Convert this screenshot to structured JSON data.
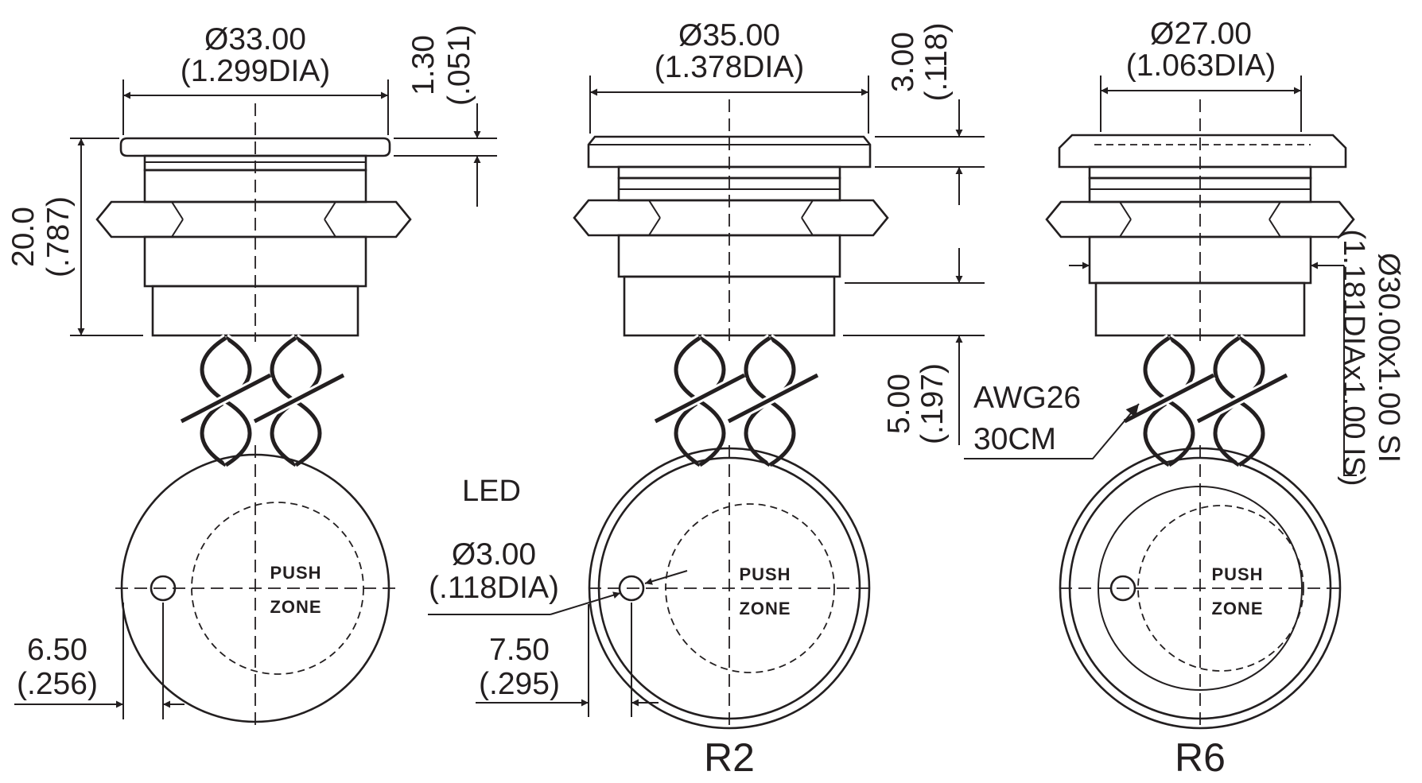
{
  "colors": {
    "ink": "#231f20",
    "paper": "#ffffff"
  },
  "views": [
    {
      "id": "standard",
      "dia": "Ø33.00",
      "dia_in": "(1.299DIA)",
      "head_h": "1.30",
      "head_h_in": "(.051)",
      "body_h": "20.0",
      "body_h_in": "(.787)",
      "offset": "6.50",
      "offset_in": "(.256)",
      "led_label": "LED",
      "push": "PUSH",
      "zone": "ZONE",
      "caption": ""
    },
    {
      "id": "r2",
      "dia": "Ø35.00",
      "dia_in": "(1.378DIA)",
      "head_h": "3.00",
      "head_h_in": "(.118)",
      "lower_h": "5.00",
      "lower_h_in": "(.197)",
      "led_dia": "Ø3.00",
      "led_dia_in": "(.118DIA)",
      "offset": "7.50",
      "offset_in": "(.295)",
      "push": "PUSH",
      "zone": "ZONE",
      "caption": "R2"
    },
    {
      "id": "r6",
      "dia": "Ø27.00",
      "dia_in": "(1.063DIA)",
      "thread": "Ø30.00x1.00 SI",
      "thread_in": "(1.181DIAx1.00 IS)",
      "wire_gauge": "AWG26",
      "wire_len": "30CM",
      "push": "PUSH",
      "zone": "ZONE",
      "caption": "R6"
    }
  ]
}
